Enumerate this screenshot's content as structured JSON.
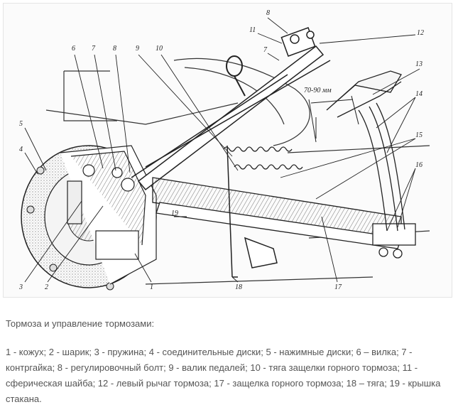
{
  "figure": {
    "callouts": {
      "c1": "1",
      "c2": "2",
      "c3": "3",
      "c4": "4",
      "c5": "5",
      "c6": "6",
      "c7": "7",
      "c7b": "7",
      "c8": "8",
      "c8b": "8",
      "c9": "9",
      "c10": "10",
      "c11": "11",
      "c12": "12",
      "c13": "13",
      "c14": "14",
      "c15": "15",
      "c16": "16",
      "c17": "17",
      "c18": "18",
      "c19": "19"
    },
    "dimension_label": "70-90 мм"
  },
  "caption": {
    "title": "Тормоза и управление тормозами:",
    "legend": "1 - кожух; 2 - шарик; 3 - пружина; 4 - соединительные диски; 5 - нажимные диски; 6 – вилка; 7 - контргайка; 8 - регулировочный болт; 9 - валик педалей; 10 - тяга защелки горного тормоза; 11 - сферическая шайба; 12 - левый рычаг тормоза; 17 - защелка горного тормоза; 18 – тяга; 19 - крышка стакана."
  }
}
